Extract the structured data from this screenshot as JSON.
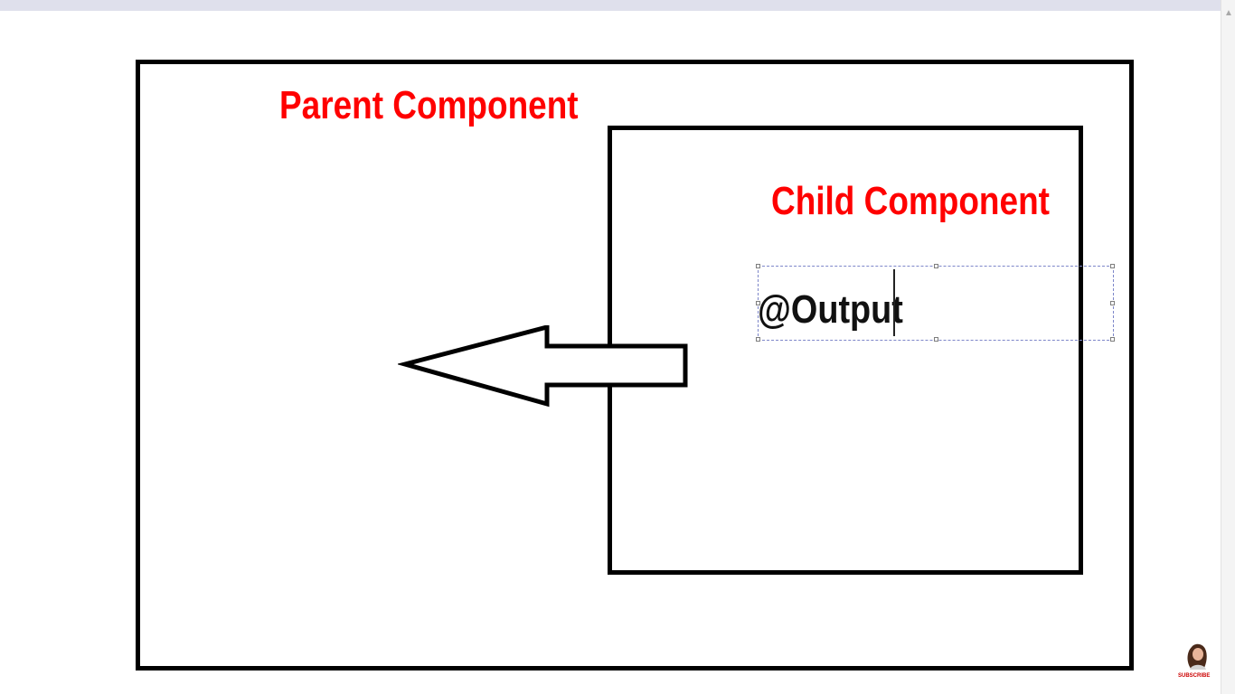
{
  "diagram": {
    "parent_label": "Parent Component",
    "child_label": "Child Component",
    "output_text": "@Output",
    "label_color": "#ff0000",
    "arrow_direction": "left",
    "arrow_icon": "hollow-left-arrow-icon"
  },
  "overlay": {
    "subscribe_label": "SUBSCRIBE",
    "avatar_icon": "presenter-avatar-icon"
  }
}
